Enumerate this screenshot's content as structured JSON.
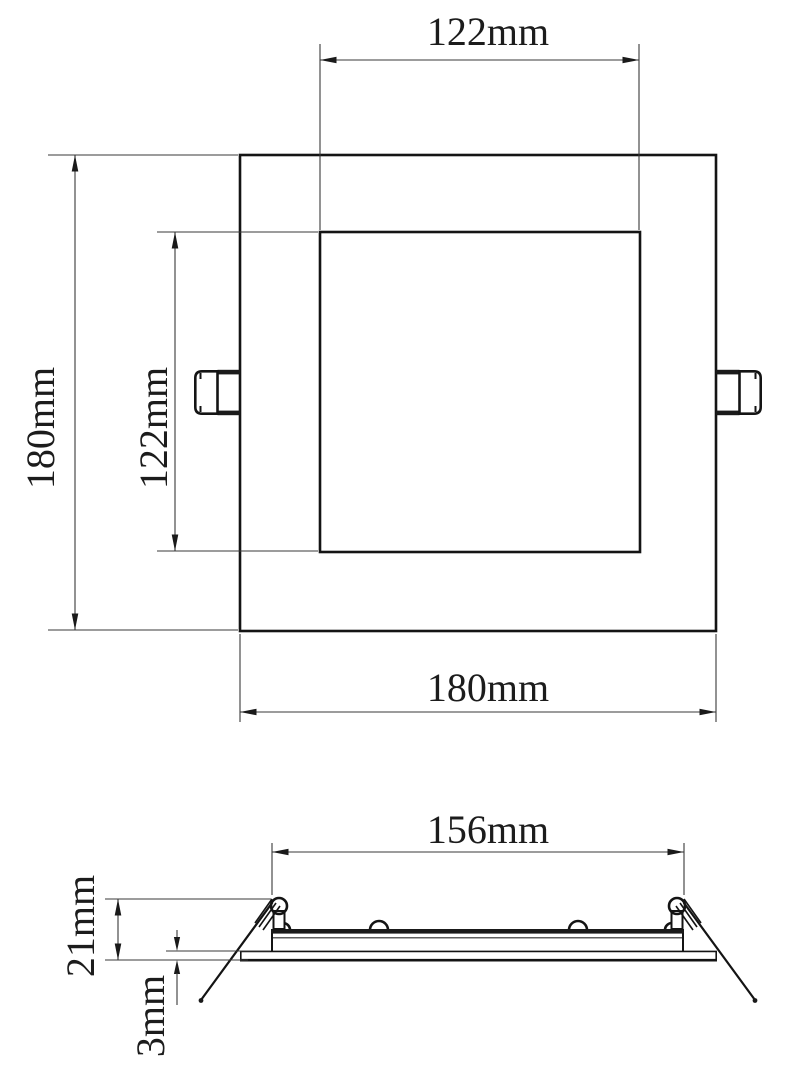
{
  "drawing": {
    "labels": {
      "front_inner_width": "122mm",
      "front_outer_height": "180mm",
      "front_inner_height": "122mm",
      "front_outer_width": "180mm",
      "side_cutout_width": "156mm",
      "side_total_height": "21mm",
      "side_rim_thickness": "3mm"
    },
    "colors": {
      "line": "#141414",
      "thin_line": "#3a3a3a",
      "background": "#ffffff"
    }
  }
}
